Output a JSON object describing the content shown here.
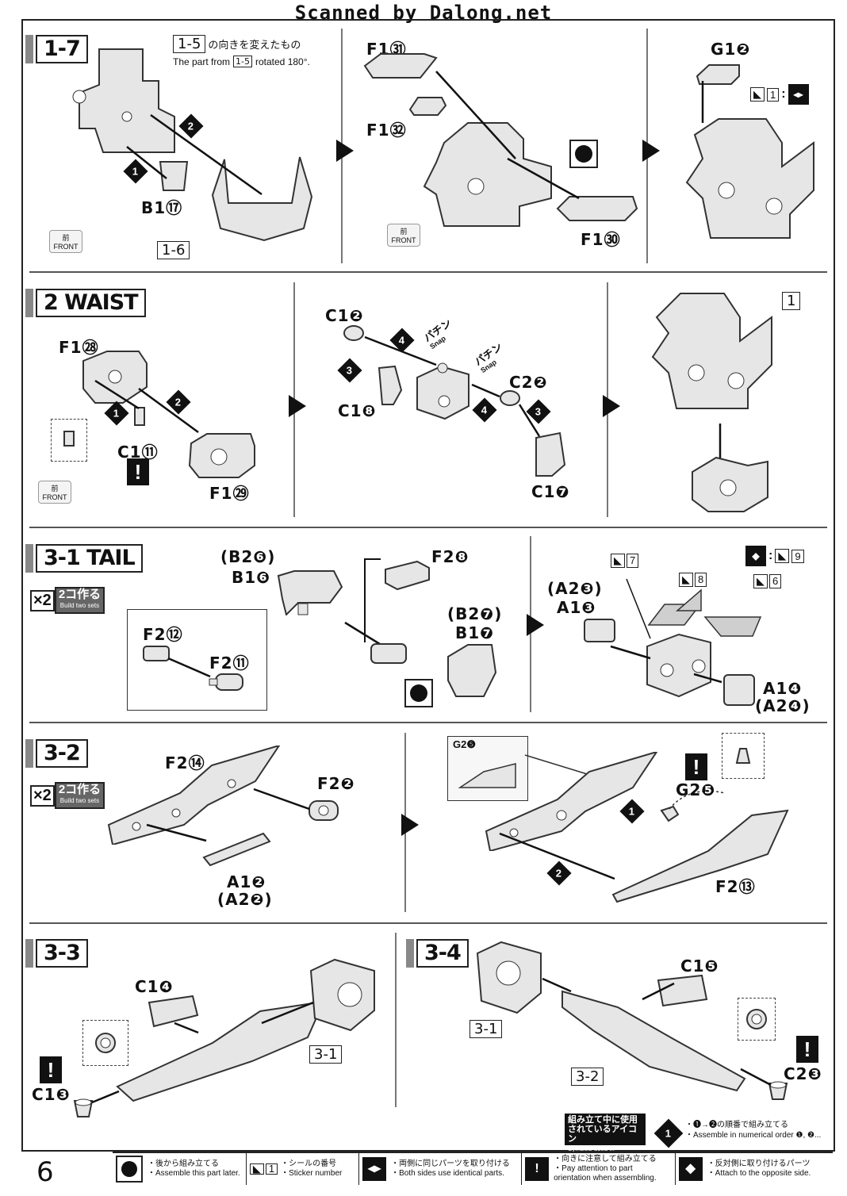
{
  "header": {
    "scanned": "Scanned by Dalong.net"
  },
  "page_number": "6",
  "step_1_7": {
    "title": "1-7",
    "ref_part": "1-5",
    "note_jp": "の向きを変えたもの",
    "note_en_prefix": "The part from",
    "note_en_ref": "1-5",
    "note_en_suffix": "rotated 180°.",
    "labels": {
      "b1": "B1⑰",
      "ref_1_6": "1-6",
      "f1_31": "F1㉛",
      "f1_32": "F1㉜",
      "f1_30": "F1㉚",
      "g1": "G1❷"
    },
    "sticker": "1",
    "front_jp": "前",
    "front_en": "FRONT"
  },
  "step_2": {
    "title": "2 WAIST",
    "labels": {
      "f1_28": "F1㉘",
      "c1_11": "C1⑪",
      "f1_29": "F1㉙",
      "c1_2": "C1❷",
      "c1_8": "C1❽",
      "c2_2": "C2❷",
      "c1_7": "C1❼",
      "ref_1": "1"
    },
    "snap_jp": "パチン",
    "snap_en": "Snap",
    "front_jp": "前",
    "front_en": "FRONT"
  },
  "step_3_1": {
    "title": "3-1 TAIL",
    "x2": "×2",
    "build_jp": "2コ作る",
    "build_en": "Build two sets",
    "labels": {
      "b2_6": "(B2❻)",
      "b1_6": "B1❻",
      "f2_8": "F2❽",
      "f2_12": "F2⑫",
      "f2_11": "F2⑪",
      "b2_7": "(B2❼)",
      "b1_7": "B1❼",
      "a2_3": "(A2❸)",
      "a1_3": "A1❸",
      "a1_4": "A1❹",
      "a2_4": "(A2❹)"
    },
    "stickers": [
      "7",
      "8",
      "6",
      "9"
    ]
  },
  "step_3_2": {
    "title": "3-2",
    "x2": "×2",
    "build_jp": "2コ作る",
    "build_en": "Build two sets",
    "labels": {
      "f2_14": "F2⑭",
      "f2_2": "F2❷",
      "a1_2": "A1❷",
      "a2_2": "(A2❷)",
      "g2_5_small": "G2❺",
      "g2_5": "G2❺",
      "f2_13": "F2⑬"
    }
  },
  "step_3_3": {
    "title": "3-3",
    "labels": {
      "c1_4": "C1❹",
      "c1_3": "C1❸",
      "ref_3_1": "3-1"
    }
  },
  "step_3_4": {
    "title": "3-4",
    "labels": {
      "c1_5": "C1❺",
      "c2_3": "C2❸",
      "ref_3_1": "3-1",
      "ref_3_2": "3-2"
    }
  },
  "symbols_box": {
    "jp1": "組み立て中に使用",
    "jp2": "されているアイコン",
    "en": "Symbols used in instructions"
  },
  "order_note": {
    "jp": "・❶→❷の順番で組み立てる",
    "en": "・Assemble in numerical order ❶, ❷..."
  },
  "legend": [
    {
      "icon": "later-icon",
      "jp": "・後から組み立てる",
      "en": "・Assemble this part later."
    },
    {
      "icon": "sticker-icon",
      "num": "1",
      "jp": "・シールの番号",
      "en": "・Sticker number"
    },
    {
      "icon": "both-sides-icon",
      "jp": "・両側に同じパーツを取り付ける",
      "en": "・Both sides use identical parts."
    },
    {
      "icon": "attention-icon",
      "jp": "・向きに注意して組み立てる",
      "en": "・Pay attention to part orientation when assembling."
    },
    {
      "icon": "opposite-side-icon",
      "jp": "・反対側に取り付けるパーツ",
      "en": "・Attach to the opposite side."
    }
  ],
  "colors": {
    "line": "#222222",
    "part_fill": "#e6e6e6",
    "part_stroke": "#333333"
  }
}
